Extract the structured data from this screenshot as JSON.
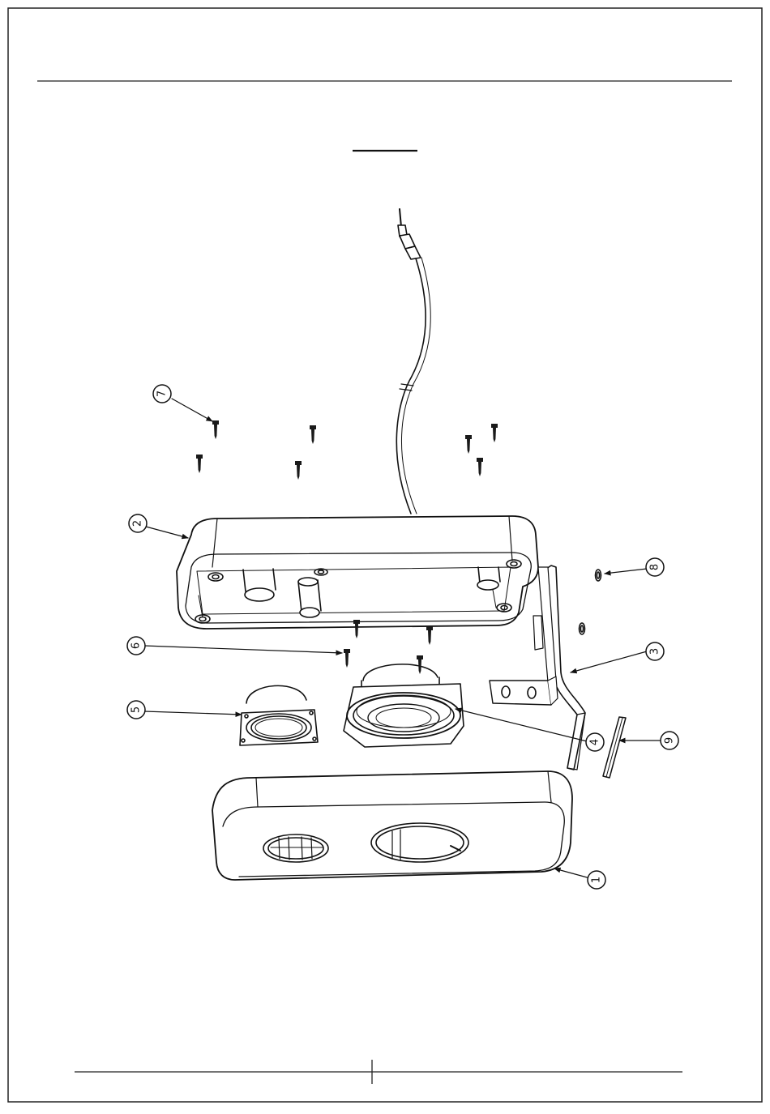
{
  "sheet": {
    "title": "",
    "stroke_color": "#111111",
    "fill_color": "#ffffff",
    "screw_color": "#1a1a1a"
  },
  "parts": [
    {
      "num": "1",
      "name": ""
    },
    {
      "num": "2",
      "name": ""
    },
    {
      "num": "3",
      "name": ""
    },
    {
      "num": "4",
      "name": ""
    },
    {
      "num": "5",
      "name": ""
    },
    {
      "num": "6",
      "name": ""
    },
    {
      "num": "7",
      "name": ""
    },
    {
      "num": "8",
      "name": ""
    },
    {
      "num": "9",
      "name": ""
    }
  ]
}
